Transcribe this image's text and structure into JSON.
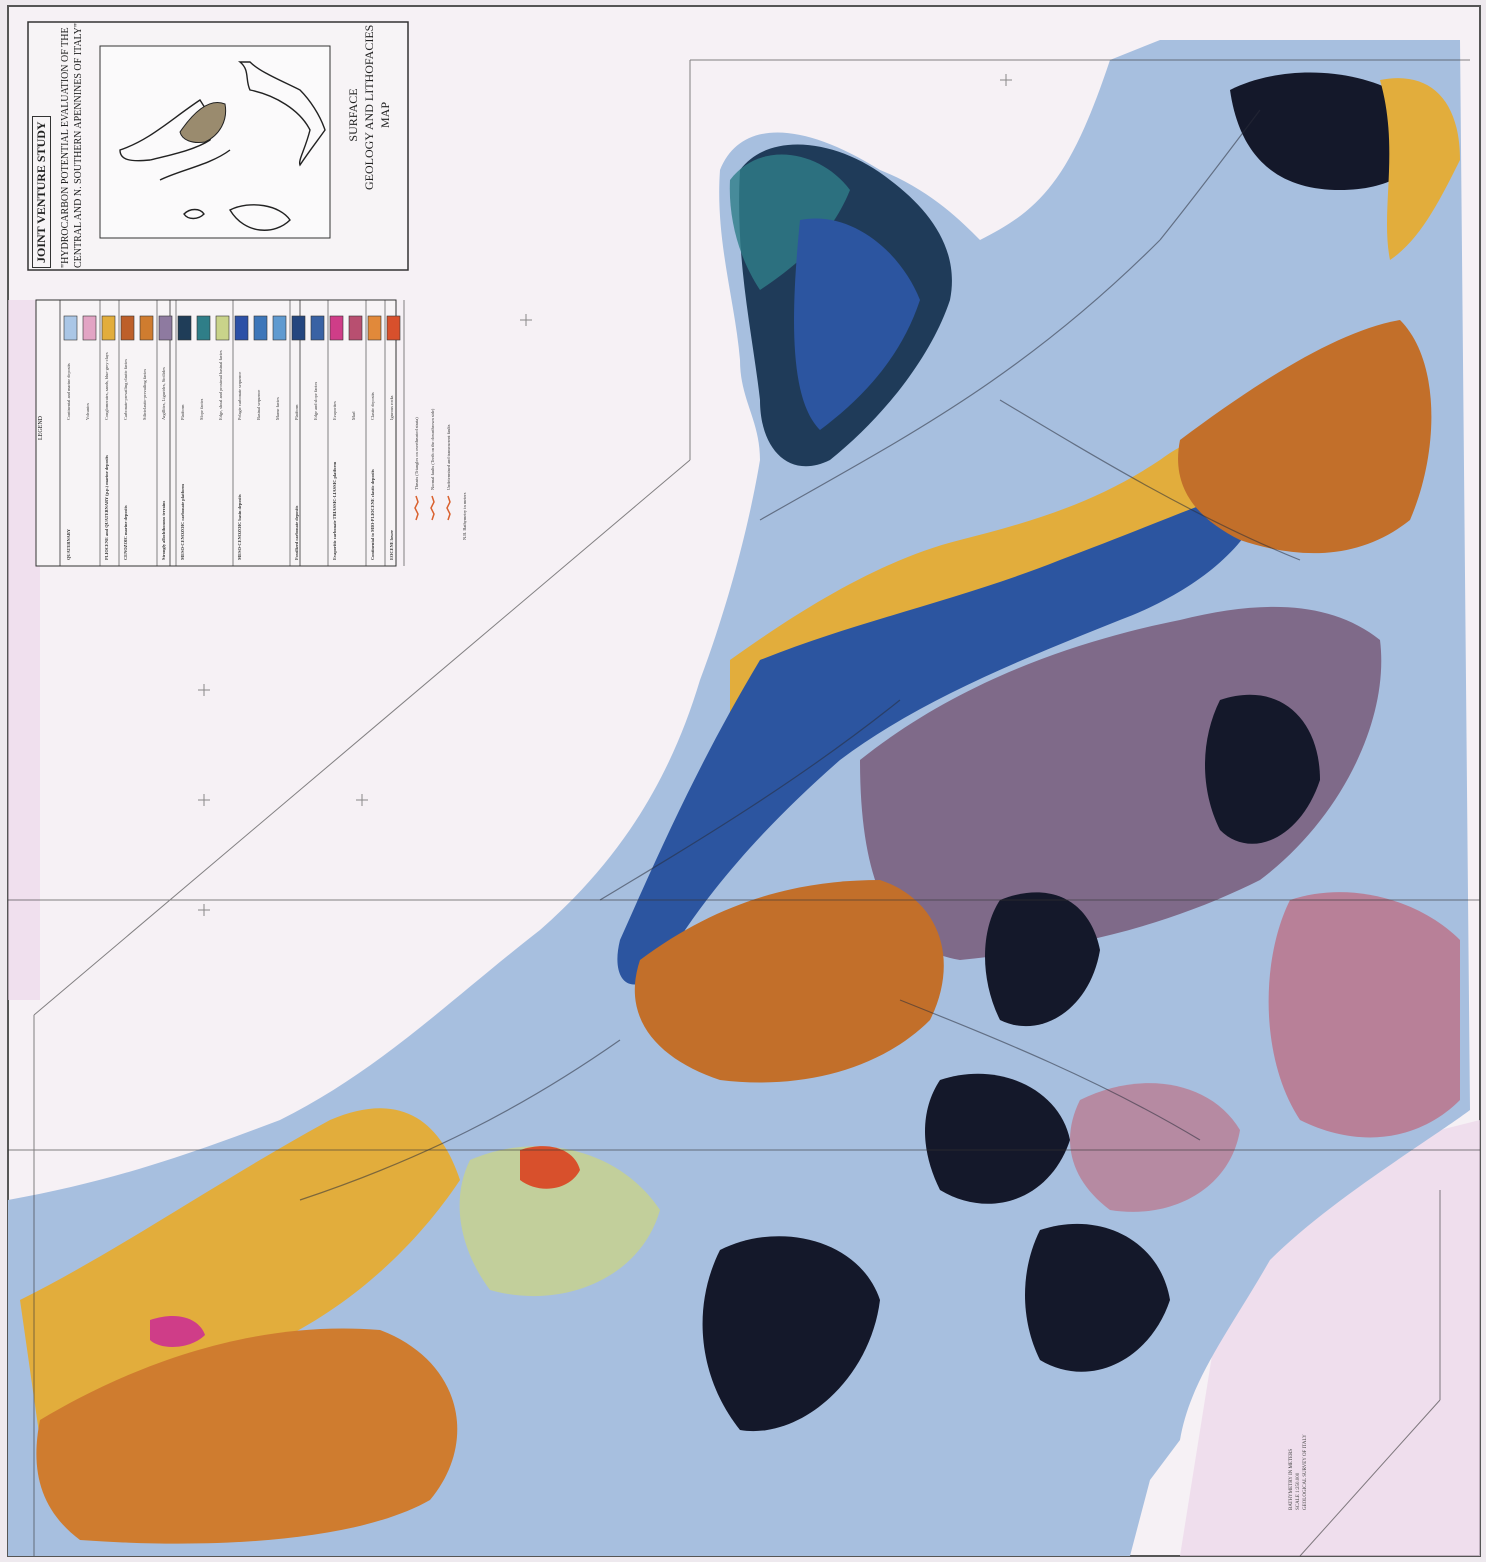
{
  "title_block": {
    "study": "JOINT VENTURE STUDY",
    "project_line1": "\"HYDROCARBON POTENTIAL EVALUATION OF THE",
    "project_line2": "CENTRAL AND N. SOUTHERN APENNINES OF ITALY\"",
    "map_title_line1": "SURFACE",
    "map_title_line2": "GEOLOGY AND LITHOFACIES",
    "map_title_line3": "MAP"
  },
  "legend": {
    "heading": "LEGEND",
    "groups": [
      {
        "label": "QUATERNARY",
        "rows": [
          {
            "text": "Continental and marine deposits",
            "color": "#aac6e6"
          },
          {
            "text": "Volcanics",
            "color": "#e2a4c4"
          }
        ]
      },
      {
        "label": "PLIOCENE and QUATERNARY (p.p.) marine deposits",
        "rows": [
          {
            "text": "Conglomerates, sands, blue-grey clays",
            "color": "#e2ad3c"
          }
        ]
      },
      {
        "label": "CENOZOIC marine deposits",
        "rows": [
          {
            "text": "Carbonate-prevailing clastic facies",
            "color": "#bd5f2a"
          },
          {
            "text": "Siliciclastic-prevailing facies",
            "color": "#cf7c2f"
          }
        ]
      },
      {
        "label": "Strongly allochthonous terrains",
        "rows": [
          {
            "text": "Argillites, Ligurides, Sicilides",
            "color": "#8e7aa0"
          }
        ]
      },
      {
        "label": "MESO-CENOZOIC carbonate platform",
        "rows": [
          {
            "text": "Platform",
            "color": "#1f3d58"
          },
          {
            "text": "Slope facies",
            "color": "#2f7e88"
          },
          {
            "text": "Edge, shoal and proximal basinal facies",
            "color": "#c9d38a"
          }
        ]
      },
      {
        "label": "MESO-CENOZOIC basin deposits",
        "rows": [
          {
            "text": "Pelagic carbonate sequence",
            "color": "#2c50a6"
          },
          {
            "text": "Basinal sequence",
            "color": "#3d76b9"
          },
          {
            "text": "Marne facies",
            "color": "#5f9ad0"
          }
        ]
      },
      {
        "label": "Fossilized carbonate deposits",
        "rows": [
          {
            "text": "Platform",
            "color": "#24467f"
          },
          {
            "text": "Edge and slope facies",
            "color": "#3962a4"
          }
        ]
      },
      {
        "label": "Evaporitic carbonate TRIASSIC-LIASSIC platform",
        "rows": [
          {
            "text": "Evaporites",
            "color": "#cf3d88"
          },
          {
            "text": "Marl",
            "color": "#b84f70"
          }
        ]
      },
      {
        "label": "Continental to MIO-PLIOCENE clastic deposits",
        "rows": [
          {
            "text": "Clastic deposits",
            "color": "#e1893a"
          }
        ]
      },
      {
        "label": "EOCENE lower",
        "rows": [
          {
            "text": "Igneous rocks",
            "color": "#d8502c"
          }
        ]
      }
    ],
    "faults": [
      {
        "text": "Thrusts (Triangles on overthrusted strata)",
        "color": "#d9612f"
      },
      {
        "text": "Normal faults (Teeth on the downthrown side)",
        "color": "#d9612f"
      },
      {
        "text": "Undetermined and transcurrent faults",
        "color": "#d9612f"
      }
    ],
    "note": "N.B. Bathymetry in meters"
  },
  "map_colors": {
    "sea": "#f6f1f5",
    "paper": "#eee9ee",
    "sea_tint": "#ecd6ea",
    "quaternary": "#a7bfdf",
    "pliocene": "#e2ad3c",
    "cenozoic_clastic": "#c26f2a",
    "allochthonous": "#7f6a89",
    "platform": "#1f3b59",
    "basin": "#2c55a0",
    "pink_terrain": "#b88098",
    "dark_platform": "#14182a"
  },
  "bottom_note": {
    "line1": "BATHYMETRY IN METERS",
    "line2": "SCALE 1:250.000",
    "line3": "GEOLOGICAL SURVEY OF ITALY"
  }
}
